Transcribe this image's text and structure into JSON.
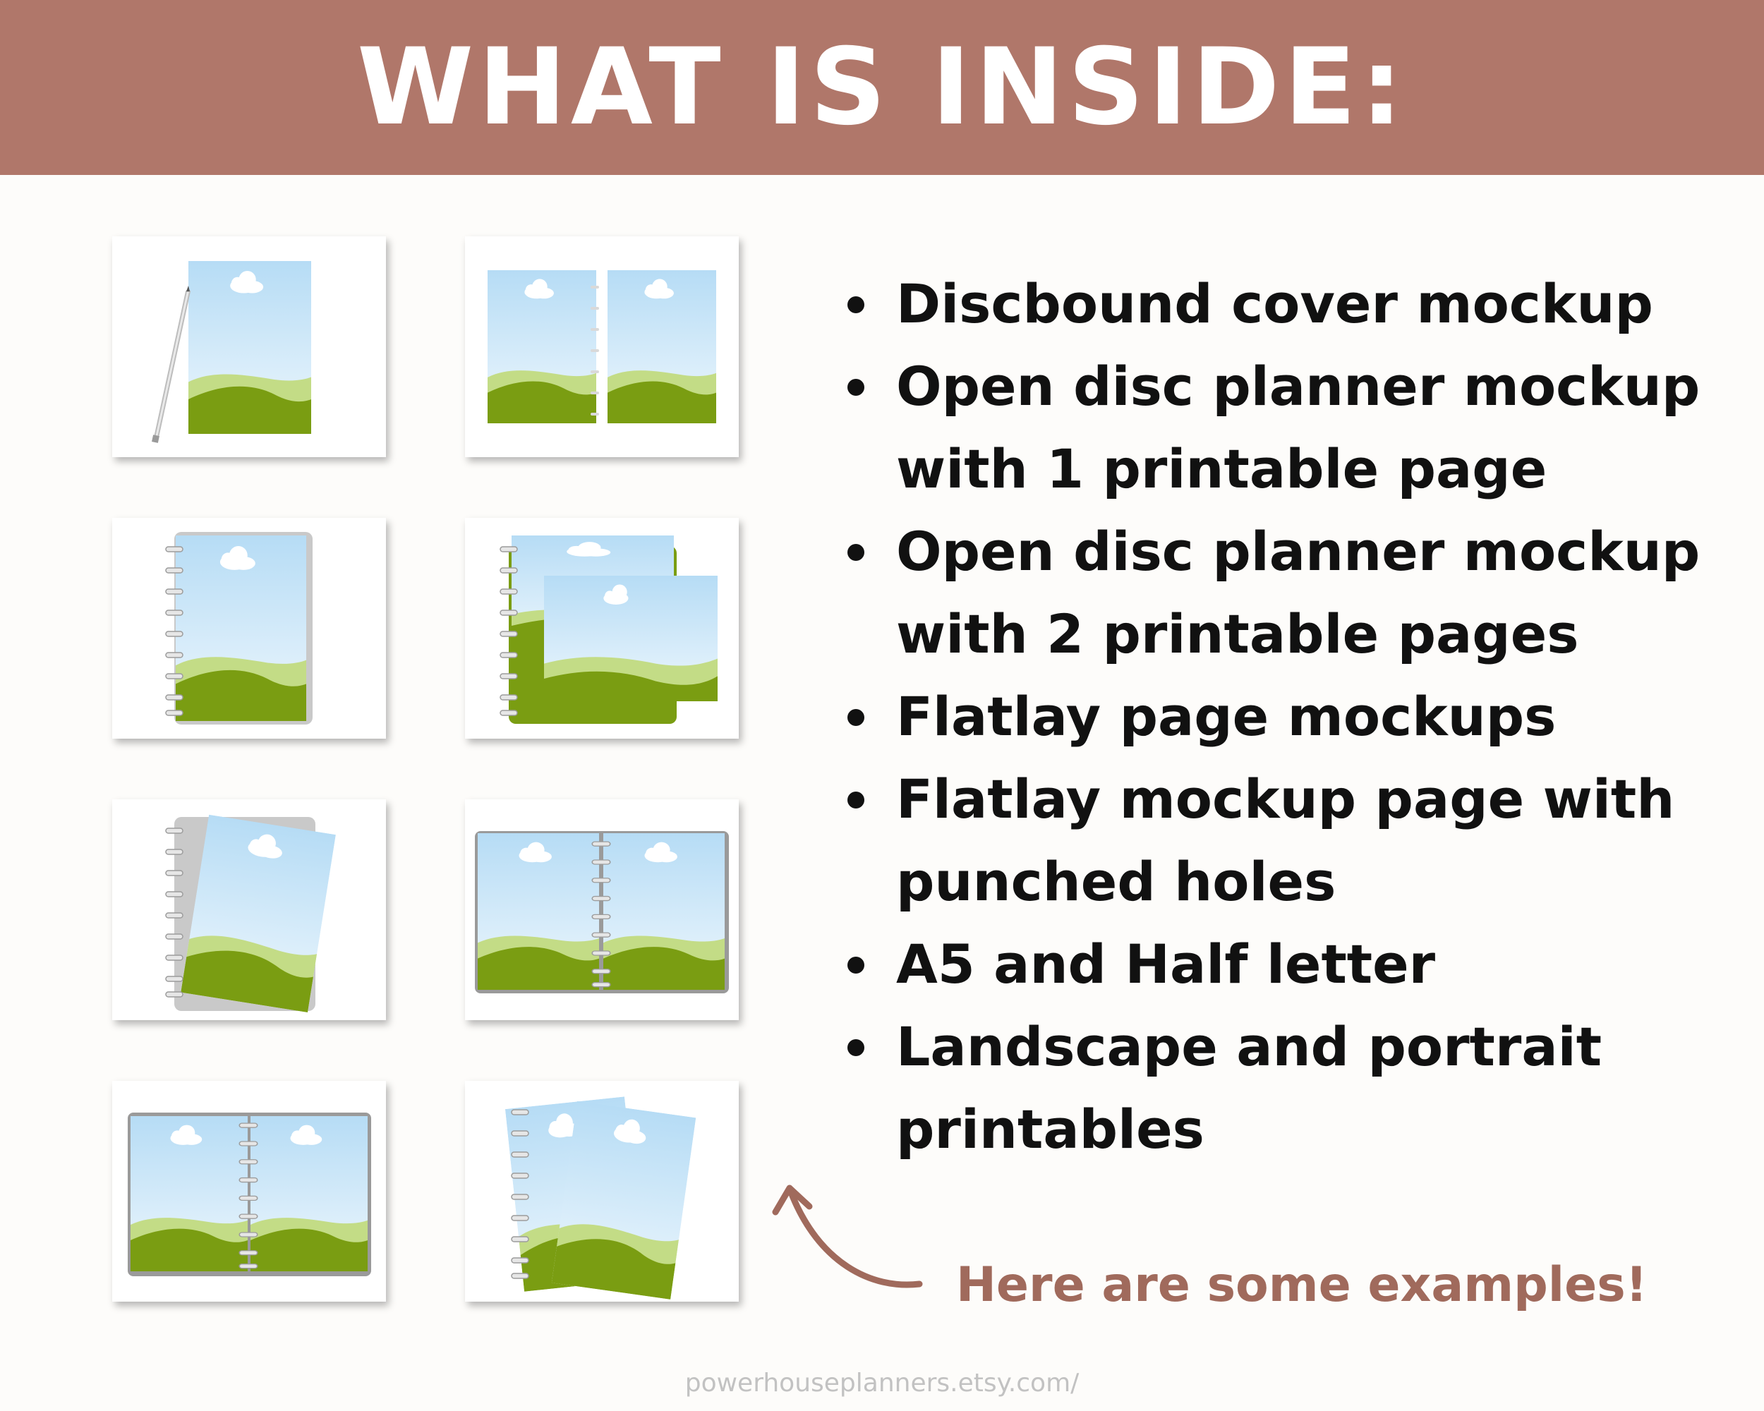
{
  "header": {
    "title": "WHAT IS INSIDE:",
    "background_color": "#b0776a"
  },
  "mockup_grid": {
    "thumbnails": [
      {
        "id": "discbound-cover-with-pencil"
      },
      {
        "id": "two-portrait-pages"
      },
      {
        "id": "discbound-cover-portrait"
      },
      {
        "id": "landscape-pages-stacked"
      },
      {
        "id": "tilted-page-on-disc-planner"
      },
      {
        "id": "open-disc-planner-two-pages"
      },
      {
        "id": "open-disc-planner-small"
      },
      {
        "id": "punched-pages-fanned"
      }
    ],
    "colors": {
      "sky_top": "#b6dcf5",
      "sky_bottom": "#eef7fd",
      "hill_light": "#c3dc86",
      "hill_dark": "#7a9d12",
      "cloud": "#ffffff",
      "disc": "#c4c4c4",
      "cover_gray": "#c9c9c9"
    }
  },
  "features": [
    {
      "text": "Discbound cover mockup"
    },
    {
      "text": "Open disc planner mockup with 1 printable page"
    },
    {
      "text": "Open disc planner mockup with 2 printable pages"
    },
    {
      "text": "Flatlay page mockups"
    },
    {
      "text": "Flatlay mockup page with punched holes"
    },
    {
      "text": "A5 and Half letter"
    },
    {
      "text": "Landscape and portrait printables"
    }
  ],
  "callout": {
    "text": "Here are some examples!",
    "color": "#a06a5c",
    "arrow_icon": "curved-arrow-icon"
  },
  "footer": {
    "text": "powerhouseplanners.etsy.com/"
  }
}
